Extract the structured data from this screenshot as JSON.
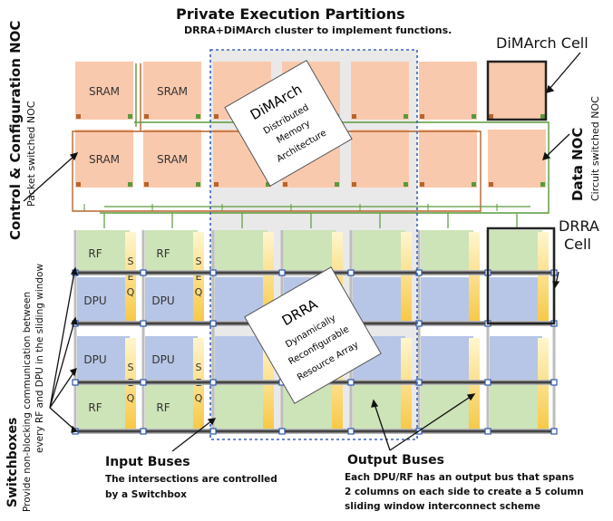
{
  "title": "Private Execution Partitions",
  "subtitle": "DRRA+DiMArch cluster to implement functions.",
  "dimarch_cell_label": "DiMArch Cell",
  "drra_cell_label": [
    "DRRA",
    "Cell"
  ],
  "data_noc": {
    "title": "Data NOC",
    "sub": "Circuit switched NOC"
  },
  "control_noc": {
    "title": "Control & Configuration NOC",
    "sub": "Packet switched NOC"
  },
  "switchboxes": {
    "title": "Switchboxes",
    "line1": "Provide non-blocking communication between",
    "line2": "every RF and DPU in the sliding window"
  },
  "input_buses": {
    "title": "Input Buses",
    "line1": "The intersections are controlled",
    "line2": "by a Switchbox"
  },
  "output_buses": {
    "title": "Output Buses",
    "line1": "Each DPU/RF has an output bus that spans",
    "line2": "2 columns on each side to create a 5 column",
    "line3": "sliding window interconnect scheme"
  },
  "dimarch_note": {
    "title": "DiMArch",
    "lines": [
      "Distributed",
      "Memory",
      "Architecture"
    ]
  },
  "drra_note": {
    "title": "DRRA",
    "lines": [
      "Dynamically",
      "Reconfigurable",
      "Resource Array"
    ]
  },
  "labels": {
    "sram": "SRAM",
    "rf": "RF",
    "dpu": "DPU",
    "seq": [
      "S",
      "E",
      "Q"
    ]
  },
  "colors": {
    "sram": "#f9c9ad",
    "rf": "#cde3b8",
    "dpu": "#b7c6e6",
    "seq": "#fbd97c",
    "bus": "#606060",
    "control_noc": "#b8642c",
    "data_noc": "#5a9a3c",
    "partition": "#3e63b5"
  }
}
